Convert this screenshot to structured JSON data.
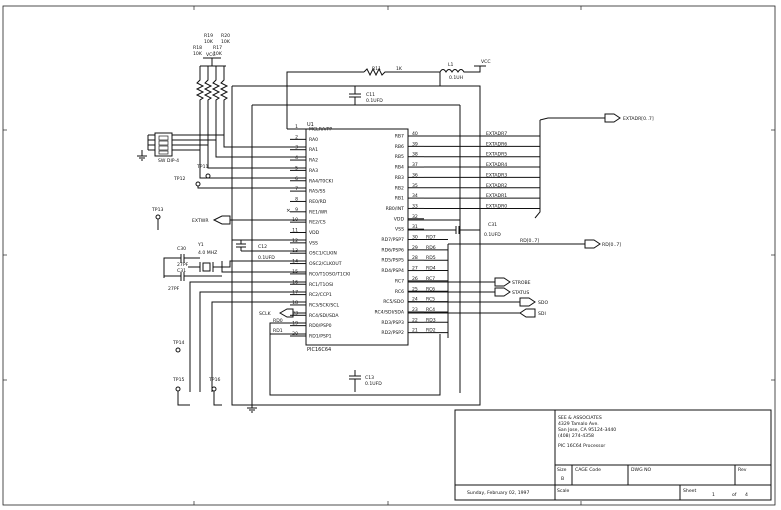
{
  "schematic": {
    "ic": {
      "ref": "U1",
      "part": "PIC16C64"
    },
    "left_pins": [
      {
        "n": "1",
        "name": "MCLR/VPP"
      },
      {
        "n": "2",
        "name": "RA0"
      },
      {
        "n": "3",
        "name": "RA1"
      },
      {
        "n": "4",
        "name": "RA2"
      },
      {
        "n": "5",
        "name": "RA3"
      },
      {
        "n": "6",
        "name": "RA4/T0CKI"
      },
      {
        "n": "7",
        "name": "RA5/SS"
      },
      {
        "n": "8",
        "name": "RE0/RD"
      },
      {
        "n": "9",
        "name": "RE1/WR"
      },
      {
        "n": "10",
        "name": "RE2/CS"
      },
      {
        "n": "11",
        "name": "VDD"
      },
      {
        "n": "12",
        "name": "VSS"
      },
      {
        "n": "13",
        "name": "OSC1/CLKIN"
      },
      {
        "n": "14",
        "name": "OSC2/CLKOUT"
      },
      {
        "n": "15",
        "name": "RC0/T1OSO/T1CKI"
      },
      {
        "n": "16",
        "name": "RC1/T1OSI"
      },
      {
        "n": "17",
        "name": "RC2/CCP1"
      },
      {
        "n": "18",
        "name": "RC3/SCK/SCL"
      },
      {
        "n": "23",
        "name": "RC4/SDI/SDA"
      },
      {
        "n": "19",
        "name": "RD0/PSP0"
      },
      {
        "n": "20",
        "name": "RD1/PSP1"
      }
    ],
    "right_pins": [
      {
        "n": "40",
        "name": "RB7",
        "net": "EXTADR7"
      },
      {
        "n": "39",
        "name": "RB6",
        "net": "EXTADR6"
      },
      {
        "n": "38",
        "name": "RB5",
        "net": "EXTADR5"
      },
      {
        "n": "37",
        "name": "RB4",
        "net": "EXTADR4"
      },
      {
        "n": "36",
        "name": "RB3",
        "net": "EXTADR3"
      },
      {
        "n": "35",
        "name": "RB2",
        "net": "EXTADR2"
      },
      {
        "n": "34",
        "name": "RB1",
        "net": "EXTADR1"
      },
      {
        "n": "33",
        "name": "RB0/INT",
        "net": "EXTADR0"
      },
      {
        "n": "32",
        "name": "VDD",
        "net": ""
      },
      {
        "n": "31",
        "name": "VSS",
        "net": ""
      },
      {
        "n": "30",
        "name": "RD7/PSP7",
        "net": "RD7"
      },
      {
        "n": "29",
        "name": "RD6/PSP6",
        "net": "RD6"
      },
      {
        "n": "28",
        "name": "RD5/PSP5",
        "net": "RD5"
      },
      {
        "n": "27",
        "name": "RD4/PSP4",
        "net": "RD4"
      },
      {
        "n": "26",
        "name": "RC7",
        "net": "RC7"
      },
      {
        "n": "25",
        "name": "RC6",
        "net": "RC6"
      },
      {
        "n": "24",
        "name": "RC5/SDO",
        "net": "RC5"
      },
      {
        "n": "23",
        "name": "RC4/SDI/SDA",
        "net": "RC4"
      },
      {
        "n": "22",
        "name": "RD3/PSP3",
        "net": "RD3"
      },
      {
        "n": "21",
        "name": "RD2/PSP2",
        "net": "RD2"
      }
    ],
    "labels": {
      "r19": "R19",
      "r19v": "10K",
      "r20": "R20",
      "r20v": "10K",
      "r18": "R18",
      "r18v": "10K",
      "r17": "R17",
      "r17v": "10K",
      "vcc1": "VCC",
      "vcc2": "VCC",
      "r11": "R11",
      "r11v": "1K",
      "l1": "L1",
      "l1v": "0.1UH",
      "c11": "C11",
      "c11v": "0.1UFD",
      "c12": "C12",
      "c12v": "0.1UFD",
      "c13": "C13",
      "c13v": "0.1UFD",
      "c31": "C31",
      "c31v": "0.1UFD",
      "c30": "C30",
      "c30v": "27PF",
      "c31b": "C31",
      "c31bv": "27PF",
      "y1": "Y1",
      "y1v": "4.0 MHZ",
      "sw": "SW DIP-4",
      "tp11": "TP11",
      "tp12": "TP12",
      "tp13": "TP13",
      "tp14": "TP14",
      "tp15": "TP15",
      "tp16": "TP16",
      "extwr": "EXTWR",
      "sclk": "SCLK",
      "rd0": "RD0",
      "rd1": "RD1",
      "bus_rd": "RD[0..7]",
      "bus_ext": "EXTADR[0..7]",
      "strb": "STROBE",
      "status": "STATUS",
      "sdo": "SDO",
      "sdi": "SDI",
      "rdbus_small": "RD[0..7]"
    }
  },
  "title_block": {
    "company": [
      "SEE & ASSOCIATES",
      "4329 Tamalo Ave.",
      "San Jose, CA 95124-3440",
      "(408) 274-4358"
    ],
    "title": "PIC 16C64 Processor",
    "size_label": "Size",
    "size": "B",
    "cage_label": "CAGE Code",
    "dwg_label": "DWG NO",
    "rev_label": "Rev",
    "scale_label": "Scale",
    "sheet_label": "Sheet",
    "sheet_num": "1",
    "sheet_of": "of",
    "sheet_total": "4",
    "date": "Sunday, February 02, 1997"
  }
}
